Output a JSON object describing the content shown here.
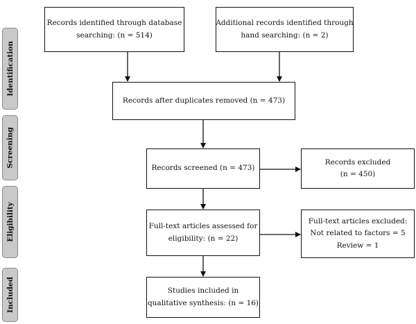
{
  "phases": {
    "identification": "Identification",
    "screening": "Screening",
    "eligibility": "Eligibility",
    "included": "Included"
  },
  "boxes": {
    "database_search": {
      "line1": "Records identified through database",
      "line2": "searching: (n = 514)"
    },
    "hand_search": {
      "line1": "Additional records identified through",
      "line2": "hand searching: (n = 2)"
    },
    "duplicates_removed": {
      "line1": "Records after duplicates removed (n = 473)"
    },
    "screened": {
      "line1": "Records screened (n = 473)"
    },
    "excluded": {
      "line1": "Records excluded",
      "line2": "(n = 450)"
    },
    "fulltext_assessed": {
      "line1": "Full-text articles assessed for",
      "line2": "eligibility: (n = 22)"
    },
    "fulltext_excluded": {
      "line1": "Full-text articles excluded:",
      "line2": "Not related to factors = 5",
      "line3": "Review = 1"
    },
    "included_studies": {
      "line1": "Studies included in",
      "line2": "qualitative synthesis: (n = 16)"
    }
  }
}
